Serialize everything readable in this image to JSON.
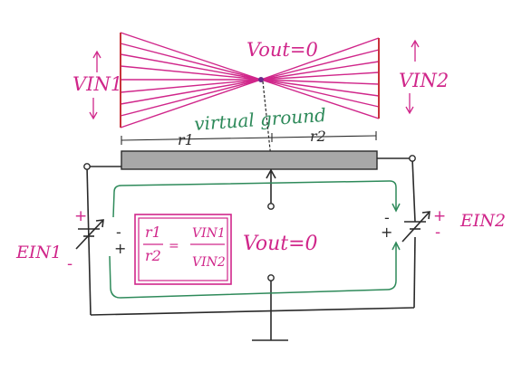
{
  "labels": {
    "vout_top": "Vout=0",
    "vin1": "VIN1",
    "vin2": "VIN2",
    "virtual_ground": "virtual ground",
    "r1": "r1",
    "r2": "r2",
    "vout_loop": "Vout=0",
    "ein1": "EIN1",
    "ein2": "EIN2"
  },
  "formula": {
    "r1": "r1",
    "r2": "r2",
    "dash": "=",
    "v1": "VIN1",
    "v2": "VIN2"
  },
  "signs": {
    "left_outer_plus": "+",
    "left_outer_minus": "-",
    "left_inner_minus": "-",
    "left_inner_plus": "+",
    "right_inner_minus": "-",
    "right_inner_plus": "+",
    "right_outer_plus": "+",
    "right_outer_minus": "-"
  },
  "colors": {
    "ink": "#2a2a2a",
    "magenta": "#d0268a",
    "green": "#2e8a5a",
    "red": "#c8323a",
    "bar": "#a8a8a8"
  }
}
